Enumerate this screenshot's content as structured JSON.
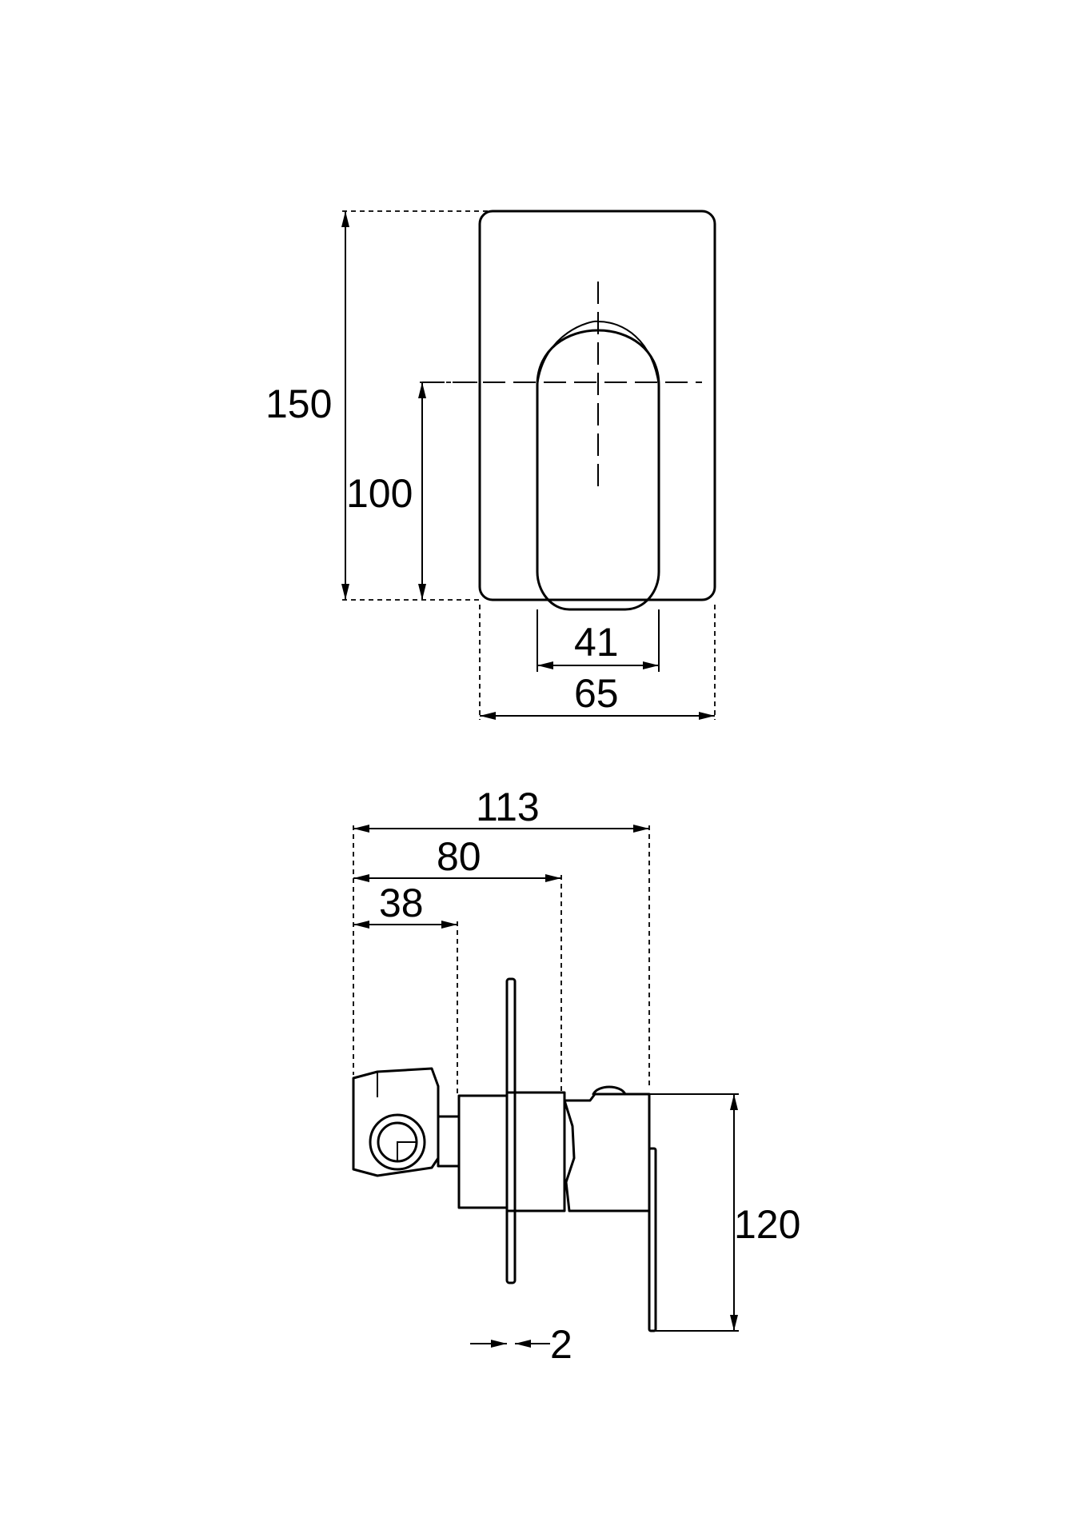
{
  "front_view": {
    "dim_height_plate": "150",
    "dim_height_handle": "100",
    "dim_width_handle": "41",
    "dim_width_plate": "65"
  },
  "side_view": {
    "dim_depth_total": "113",
    "dim_depth_80": "80",
    "dim_depth_38": "38",
    "dim_plate_thickness": "2",
    "dim_lever_height": "120"
  },
  "colors": {
    "line": "#000000",
    "background": "#ffffff"
  }
}
